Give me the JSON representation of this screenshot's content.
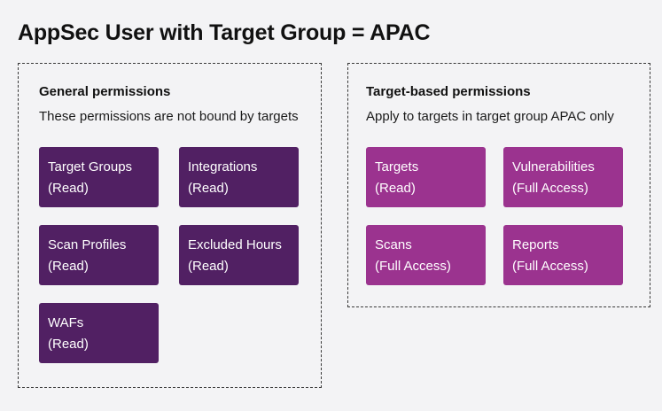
{
  "title": "AppSec User with Target Group = APAC",
  "general": {
    "heading": "General permissions",
    "subtitle": "These permissions are not bound by targets",
    "items": [
      {
        "name": "Target Groups",
        "access": "(Read)"
      },
      {
        "name": "Integrations",
        "access": "(Read)"
      },
      {
        "name": "Scan Profiles",
        "access": "(Read)"
      },
      {
        "name": "Excluded Hours",
        "access": "(Read)"
      },
      {
        "name": "WAFs",
        "access": "(Read)"
      }
    ]
  },
  "target_based": {
    "heading": "Target-based permissions",
    "subtitle": "Apply to targets in target group APAC only",
    "items": [
      {
        "name": "Targets",
        "access": "(Read)"
      },
      {
        "name": "Vulnerabilities",
        "access": "(Full Access)"
      },
      {
        "name": "Scans",
        "access": "(Full Access)"
      },
      {
        "name": "Reports",
        "access": "(Full Access)"
      }
    ]
  },
  "colors": {
    "general_box": "#512063",
    "target_box": "#9b338f",
    "background": "#f3f3f5"
  }
}
